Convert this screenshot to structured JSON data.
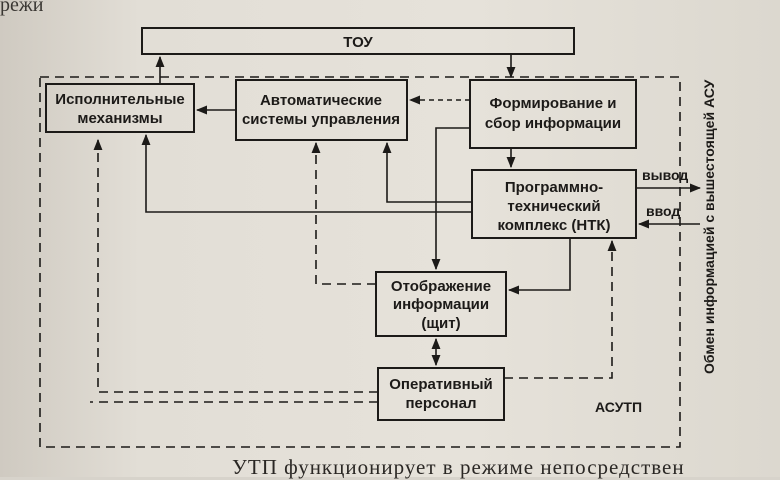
{
  "fragments": {
    "top": "режи",
    "bottom": "УТП функционирует в режиме непосредствен"
  },
  "boxes": {
    "tou": "ТОУ",
    "actuators": [
      "Исполнительные",
      "механизмы"
    ],
    "auto_systems": [
      "Автоматические",
      "системы управления"
    ],
    "collection": [
      "Формирование и",
      "сбор информации"
    ],
    "ptk": [
      "Программно-",
      "технический",
      "комплекс (НТК)"
    ],
    "display": [
      "Отображение",
      "информации",
      "(щит)"
    ],
    "operators": [
      "Оперативный",
      "персонал"
    ]
  },
  "labels": {
    "output": "вывод",
    "input": "ввод",
    "exchange": "Обмен информацией с вышестоящей АСУ",
    "asutp": "АСУТП"
  }
}
